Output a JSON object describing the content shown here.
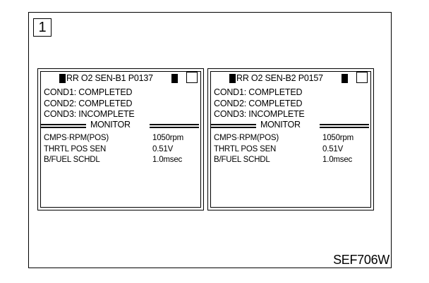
{
  "step": "1",
  "reference_code": "SEF706W",
  "screens": [
    {
      "title": "RR O2 SEN-B1 P0137",
      "conditions": [
        "COND1: COMPLETED",
        "COND2: COMPLETED",
        "COND3: INCOMPLETE"
      ],
      "monitor_label": "MONITOR",
      "items": [
        {
          "name": "CMPS·RPM(POS)",
          "value": "1050rpm"
        },
        {
          "name": "THRTL POS SEN",
          "value": "0.51V"
        },
        {
          "name": "B/FUEL SCHDL",
          "value": "1.0msec"
        }
      ]
    },
    {
      "title": "RR O2 SEN-B2 P0157",
      "conditions": [
        "COND1: COMPLETED",
        "COND2: COMPLETED",
        "COND3: INCOMPLETE"
      ],
      "monitor_label": "MONITOR",
      "items": [
        {
          "name": "CMPS·RPM(POS)",
          "value": "1050rpm"
        },
        {
          "name": "THRTL POS SEN",
          "value": "0.51V"
        },
        {
          "name": "B/FUEL SCHDL",
          "value": "1.0msec"
        }
      ]
    }
  ]
}
